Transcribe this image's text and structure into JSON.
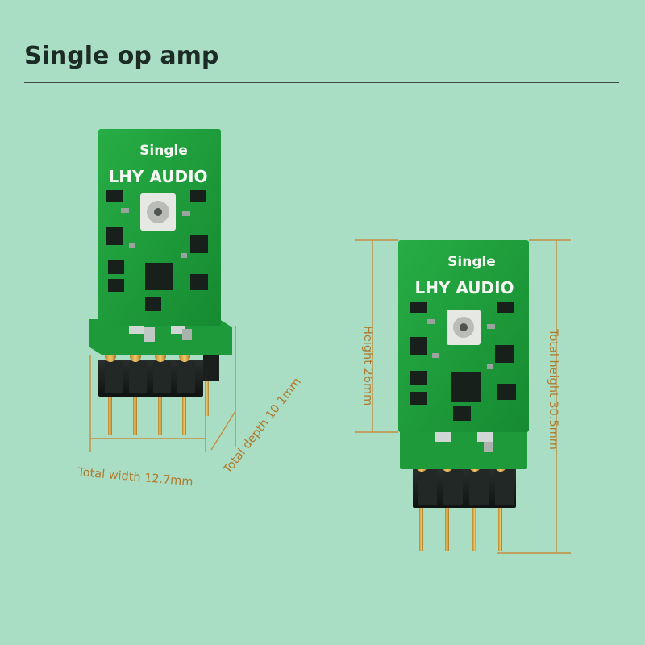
{
  "header": {
    "title": "Single op amp"
  },
  "boards": {
    "left": {
      "silkscreen_top": "Single",
      "silkscreen_brand": "LHY AUDIO"
    },
    "right": {
      "silkscreen_top": "Single",
      "silkscreen_brand": "LHY AUDIO"
    }
  },
  "dimensions": {
    "total_width": "Total width 12.7mm",
    "total_depth": "Total depth 10.1mm",
    "height": "Height 26mm",
    "total_height": "Total height 30.5mm"
  },
  "colors": {
    "background": "#a9ddc4",
    "pcb": "#1f9a3a",
    "dimension": "#c38d3e",
    "pins": "#d9a441"
  }
}
